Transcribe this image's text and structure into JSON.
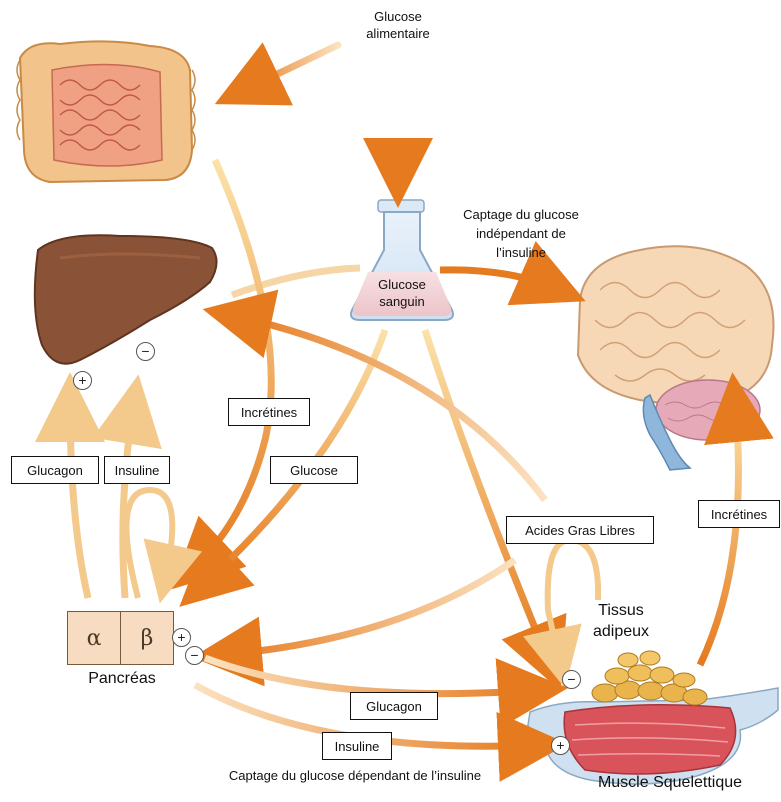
{
  "labels": {
    "glucose_alimentaire_l1": "Glucose",
    "glucose_alimentaire_l2": "alimentaire",
    "glucose_sanguin_l1": "Glucose",
    "glucose_sanguin_l2": "sanguin",
    "captage_indep_l1": "Captage du glucose",
    "captage_indep_l2": "indépendant de",
    "captage_indep_l3": "l’insuline",
    "increntines_left": "Incrétines",
    "increntines_right": "Incrétines",
    "glucagon_left": "Glucagon",
    "insuline_left": "Insuline",
    "glucose_box": "Glucose",
    "acides_gras": "Acides Gras Libres",
    "tissus_l1": "Tissus",
    "tissus_l2": "adipeux",
    "pancreas": "Pancréas",
    "alpha": "α",
    "beta": "β",
    "glucagon_bottom": "Glucagon",
    "insuline_bottom": "Insuline",
    "captage_dep": "Captage du glucose dépendant de l’insuline",
    "muscle": "Muscle Squelettique"
  },
  "signs": {
    "plus": "+",
    "minus": "−"
  },
  "colors": {
    "arrow_dark": "#e57a1f",
    "arrow_light": "#f6d6a6",
    "liver": "#8a5236",
    "intestine": "#f0a184",
    "brain": "#f6d8b6",
    "muscle": "#d9535a",
    "fat": "#e9b44c"
  }
}
